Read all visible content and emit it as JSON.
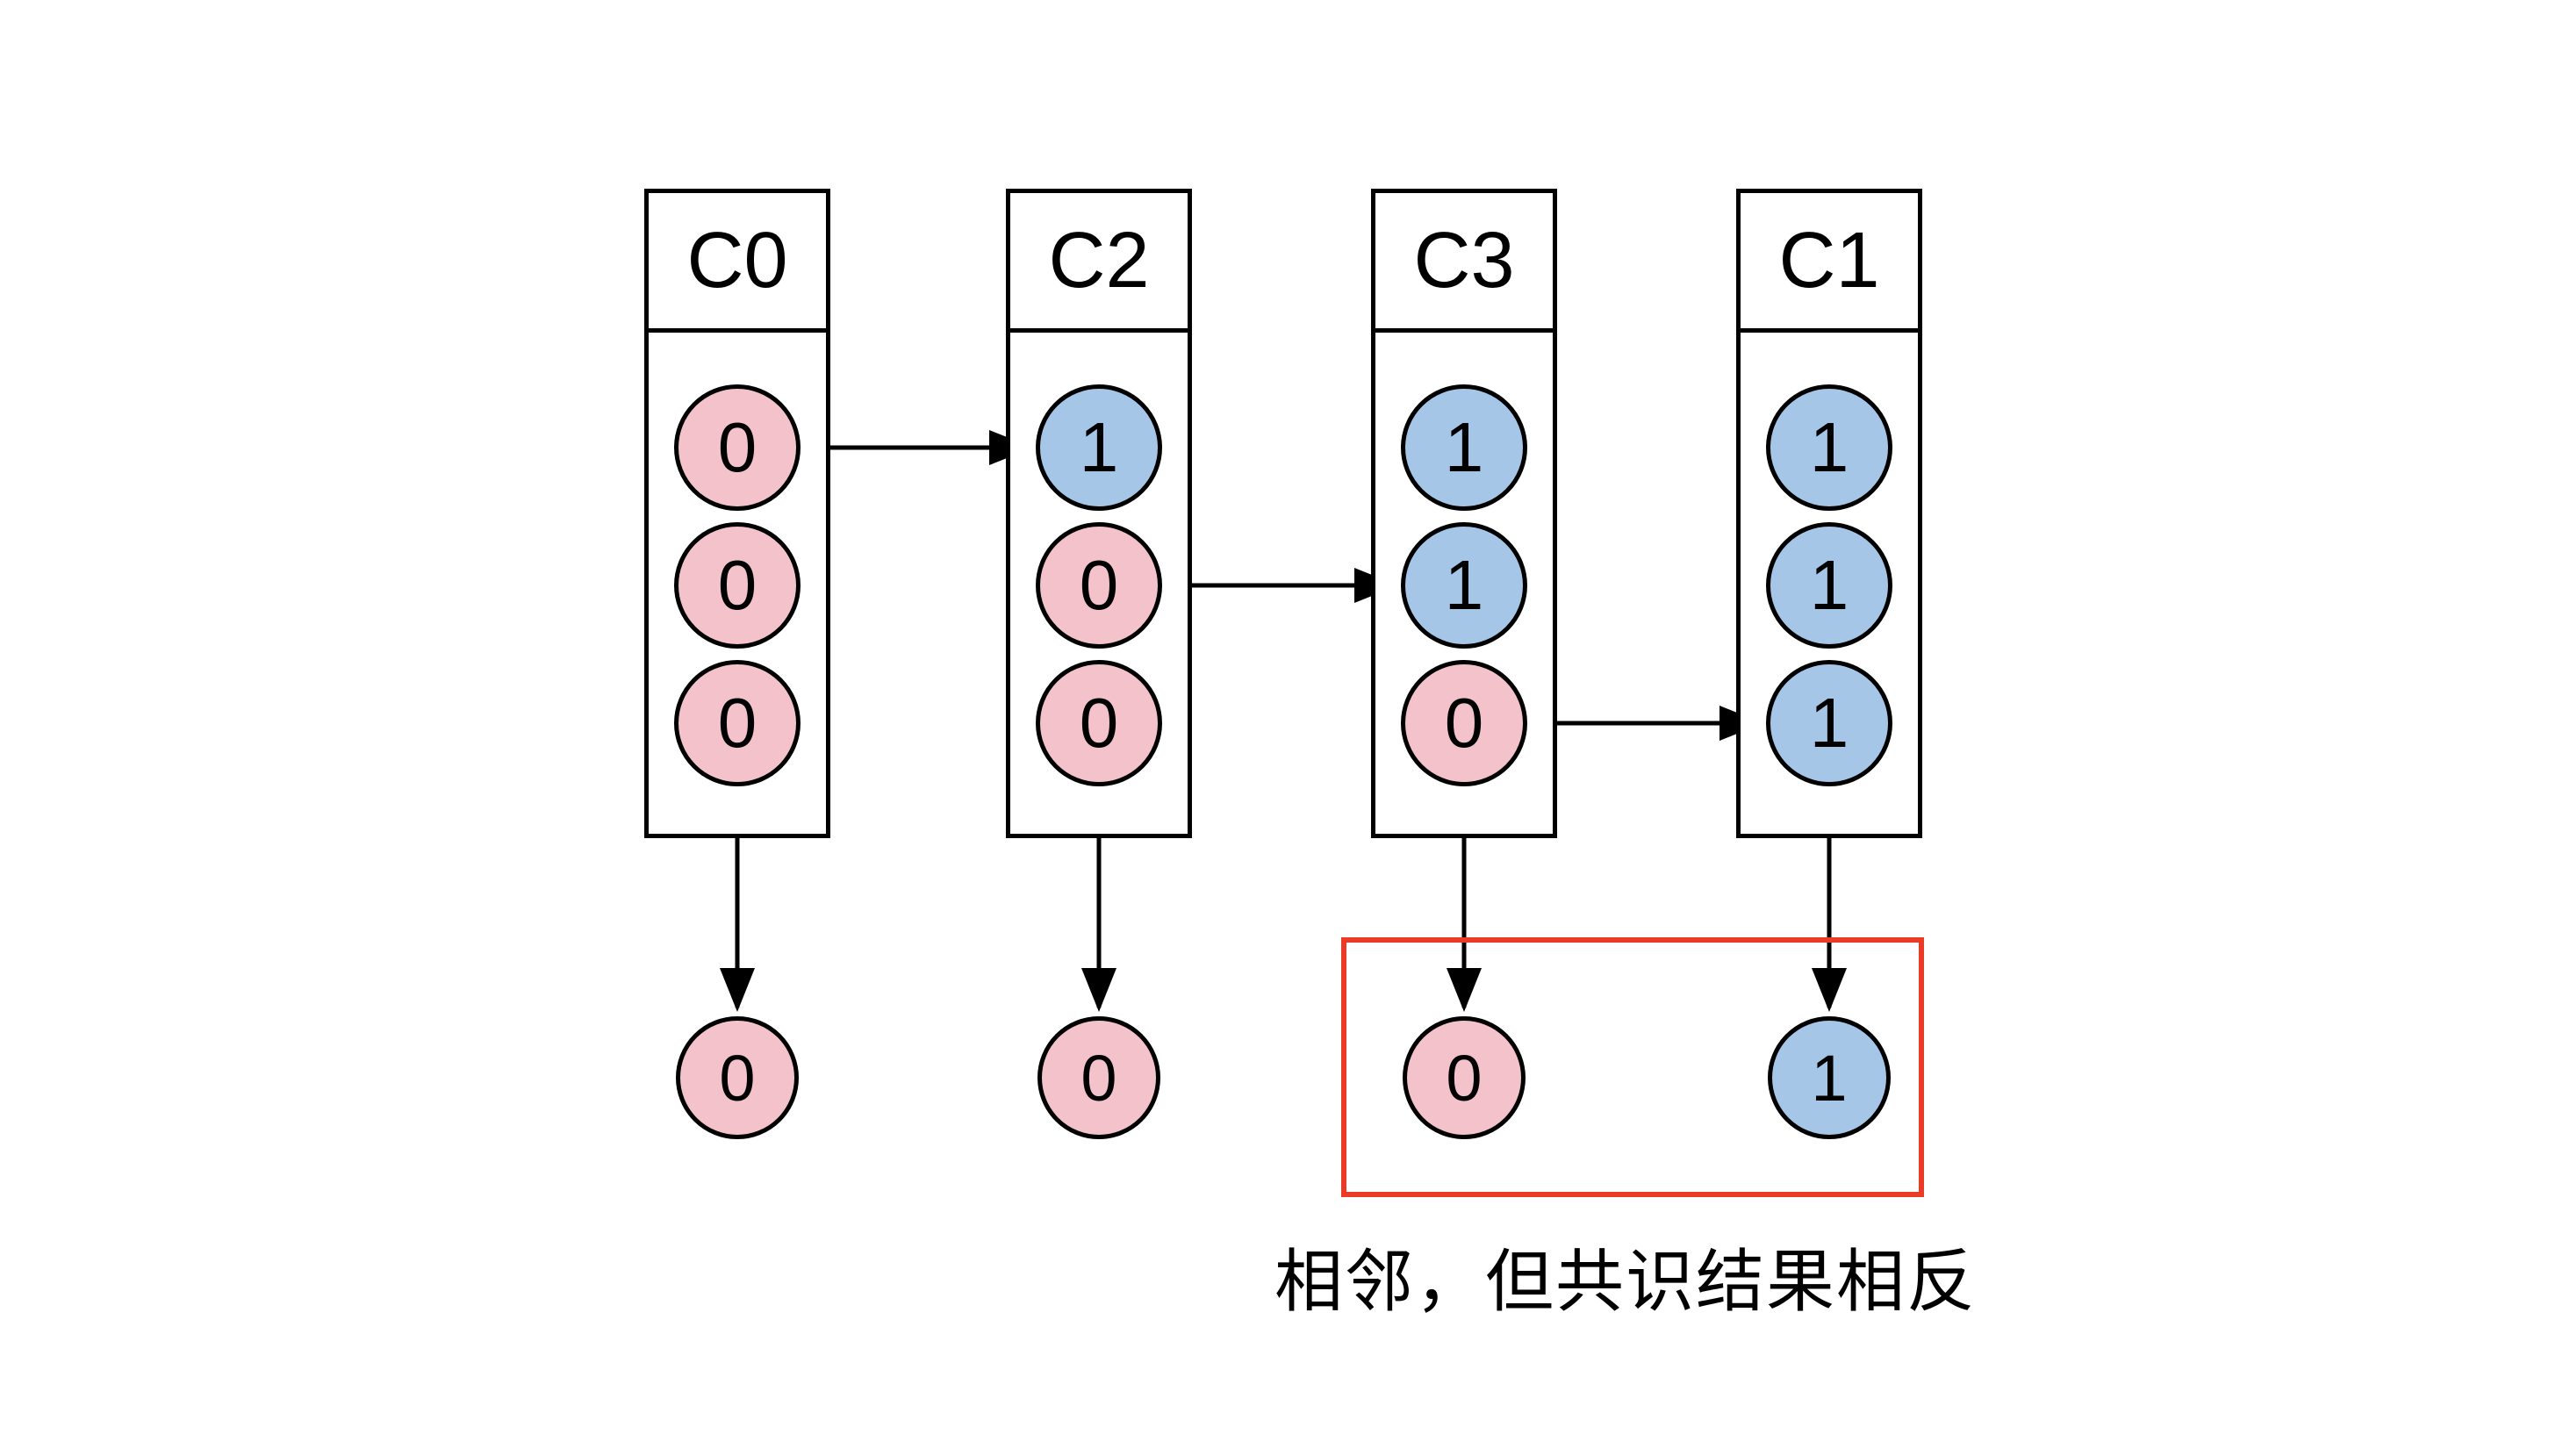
{
  "colors": {
    "pink": "#F4C2CA",
    "blue": "#A5C6E7",
    "red": "#EB3B26",
    "stroke": "#000000"
  },
  "caption": "相邻，但共识结果相反",
  "columns": [
    {
      "label": "C0",
      "cells": [
        {
          "value": "0",
          "color": "#F4C2CA"
        },
        {
          "value": "0",
          "color": "#F4C2CA"
        },
        {
          "value": "0",
          "color": "#F4C2CA"
        }
      ],
      "result": {
        "value": "0",
        "color": "#F4C2CA"
      }
    },
    {
      "label": "C2",
      "cells": [
        {
          "value": "1",
          "color": "#A5C6E7"
        },
        {
          "value": "0",
          "color": "#F4C2CA"
        },
        {
          "value": "0",
          "color": "#F4C2CA"
        }
      ],
      "result": {
        "value": "0",
        "color": "#F4C2CA"
      }
    },
    {
      "label": "C3",
      "cells": [
        {
          "value": "1",
          "color": "#A5C6E7"
        },
        {
          "value": "1",
          "color": "#A5C6E7"
        },
        {
          "value": "0",
          "color": "#F4C2CA"
        }
      ],
      "result": {
        "value": "0",
        "color": "#F4C2CA"
      }
    },
    {
      "label": "C1",
      "cells": [
        {
          "value": "1",
          "color": "#A5C6E7"
        },
        {
          "value": "1",
          "color": "#A5C6E7"
        },
        {
          "value": "1",
          "color": "#A5C6E7"
        }
      ],
      "result": {
        "value": "1",
        "color": "#A5C6E7"
      }
    }
  ]
}
